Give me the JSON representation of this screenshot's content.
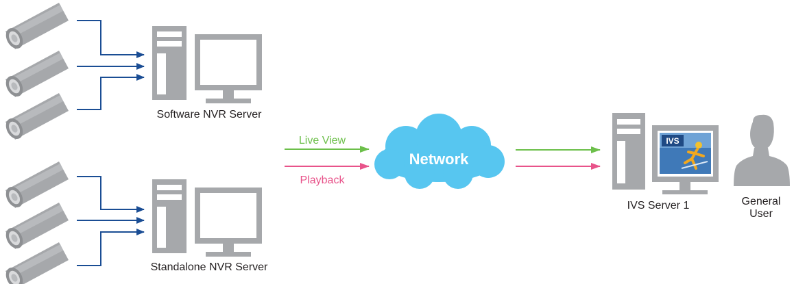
{
  "labels": {
    "software_nvr": "Software NVR Server",
    "standalone_nvr": "Standalone NVR Server",
    "ivs_server": "IVS Server 1",
    "network": "Network",
    "live_view": "Live View",
    "playback": "Playback",
    "general_user_line1": "General",
    "general_user_line2": "User",
    "ivs_screen_badge": "IVS"
  },
  "colors": {
    "device_gray": "#a6a8ab",
    "camera_dark": "#8e9093",
    "camera_light": "#d9dadc",
    "arrow_blue": "#1a4d94",
    "live_view_green": "#6cbf4a",
    "playback_pink": "#e8538a",
    "network_cloud": "#57c6f0",
    "label_text": "#231f20"
  },
  "icons": {
    "camera": "cctv-camera-icon",
    "computer": "desktop-computer-icon",
    "cloud": "cloud-icon",
    "user": "user-silhouette-icon",
    "ivs_app": "ivs-running-man-icon"
  }
}
